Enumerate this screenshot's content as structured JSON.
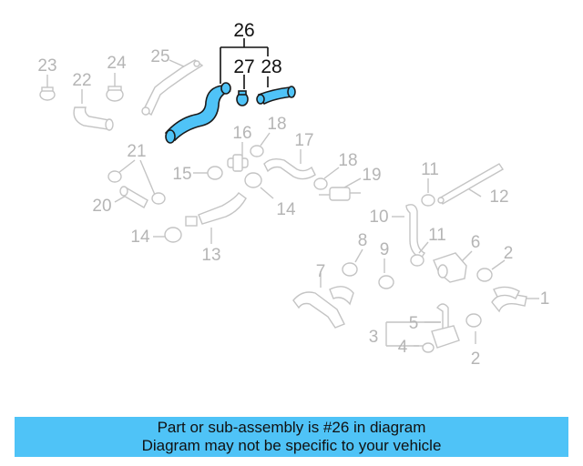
{
  "diagram": {
    "callouts": [
      {
        "id": "c23",
        "label": "23",
        "highlight": false
      },
      {
        "id": "c24",
        "label": "24",
        "highlight": false
      },
      {
        "id": "c25",
        "label": "25",
        "highlight": false
      },
      {
        "id": "c22",
        "label": "22",
        "highlight": false
      },
      {
        "id": "c26",
        "label": "26",
        "highlight": true
      },
      {
        "id": "c27",
        "label": "27",
        "highlight": true
      },
      {
        "id": "c28",
        "label": "28",
        "highlight": true
      },
      {
        "id": "c16",
        "label": "16",
        "highlight": false
      },
      {
        "id": "c18a",
        "label": "18",
        "highlight": false
      },
      {
        "id": "c17",
        "label": "17",
        "highlight": false
      },
      {
        "id": "c21",
        "label": "21",
        "highlight": false
      },
      {
        "id": "c15",
        "label": "15",
        "highlight": false
      },
      {
        "id": "c18b",
        "label": "18",
        "highlight": false
      },
      {
        "id": "c19",
        "label": "19",
        "highlight": false
      },
      {
        "id": "c11a",
        "label": "11",
        "highlight": false
      },
      {
        "id": "c12",
        "label": "12",
        "highlight": false
      },
      {
        "id": "c20",
        "label": "20",
        "highlight": false
      },
      {
        "id": "c14a",
        "label": "14",
        "highlight": false
      },
      {
        "id": "c10",
        "label": "10",
        "highlight": false
      },
      {
        "id": "c14b",
        "label": "14",
        "highlight": false
      },
      {
        "id": "c13",
        "label": "13",
        "highlight": false
      },
      {
        "id": "c8",
        "label": "8",
        "highlight": false
      },
      {
        "id": "c9",
        "label": "9",
        "highlight": false
      },
      {
        "id": "c11b",
        "label": "11",
        "highlight": false
      },
      {
        "id": "c6",
        "label": "6",
        "highlight": false
      },
      {
        "id": "c2a",
        "label": "2",
        "highlight": false
      },
      {
        "id": "c7",
        "label": "7",
        "highlight": false
      },
      {
        "id": "c1",
        "label": "1",
        "highlight": false
      },
      {
        "id": "c5",
        "label": "5",
        "highlight": false
      },
      {
        "id": "c3",
        "label": "3",
        "highlight": false
      },
      {
        "id": "c4",
        "label": "4",
        "highlight": false
      },
      {
        "id": "c2b",
        "label": "2",
        "highlight": false
      }
    ],
    "highlight_color": "#4fc3f7",
    "faded_color": "#c4c4c4"
  },
  "banner": {
    "line1": "Part or sub-assembly is #26 in diagram",
    "line2": "Diagram may not be specific to your vehicle",
    "color": "#4fc3f7"
  }
}
